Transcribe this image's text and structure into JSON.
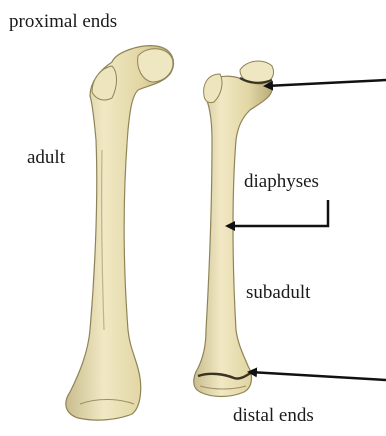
{
  "labels": {
    "proximal_ends": "proximal ends",
    "adult": "adult",
    "diaphyses": "diaphyses",
    "subadult": "subadult",
    "distal_ends": "distal ends"
  },
  "colors": {
    "bone_fill": "#e6dbaa",
    "bone_light": "#f4edcc",
    "bone_shadow": "#bfb283",
    "outline": "#8f8458",
    "growth_plate": "#3a3320",
    "arrow": "#111111",
    "text": "#1a1a1a"
  }
}
